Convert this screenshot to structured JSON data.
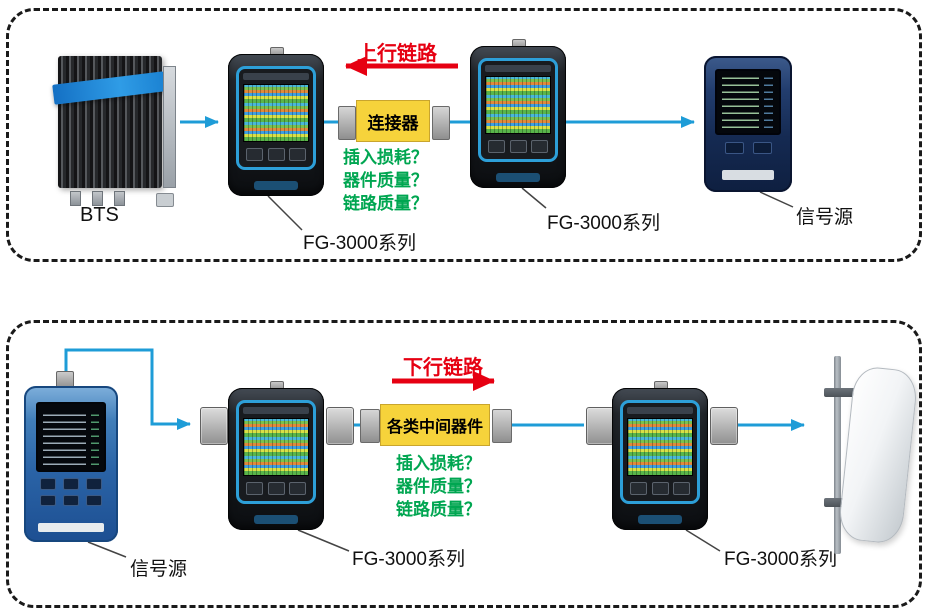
{
  "top_panel": {
    "flow_arrow_label": "上行链路",
    "component_box_label": "连接器",
    "questions": [
      "插入损耗？",
      "器件质量？",
      "链路质量？"
    ],
    "labels": {
      "bts": "BTS",
      "analyzer_left": "FG-3000系列",
      "analyzer_right": "FG-3000系列",
      "signal_source": "信号源"
    }
  },
  "bottom_panel": {
    "flow_arrow_label": "下行链路",
    "component_box_label": "各类中间器件",
    "questions": [
      "插入损耗？",
      "器件质量？",
      "链路质量？"
    ],
    "labels": {
      "signal_source": "信号源",
      "analyzer_left": "FG-3000系列",
      "analyzer_right": "FG-3000系列"
    }
  },
  "colors": {
    "link_arrow_red": "#e60012",
    "question_green": "#00a651",
    "component_yellow": "#f6d33b",
    "cable_blue": "#1e9cd7",
    "device_accent_blue": "#2d9fd8"
  }
}
